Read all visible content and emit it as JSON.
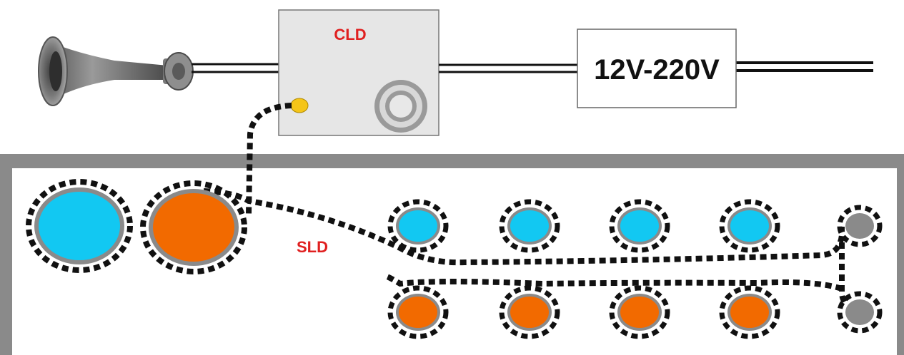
{
  "labels": {
    "control_box": "CLD",
    "converter": "12V-220V",
    "loop": "SLD"
  },
  "colors": {
    "label_red": "#e02020",
    "box_fill": "#e6e6e6",
    "tank_rim": "#8a8a8a",
    "cable": "#111111",
    "led_yellow": "#f5c518",
    "sensor_blue": "#12c8f2",
    "sensor_orange": "#f26a00",
    "sensor_grey": "#8a8a8a"
  },
  "icons": {
    "horn": "horn-icon",
    "buzzer": "speaker-icon",
    "indicator": "led-icon"
  }
}
